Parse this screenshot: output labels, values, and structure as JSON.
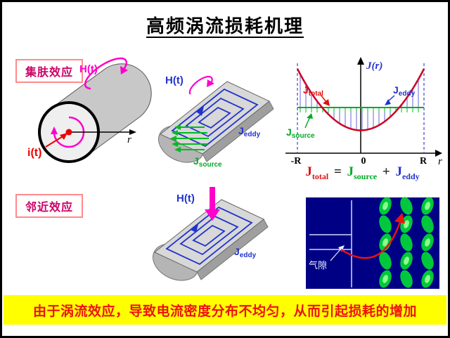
{
  "page": {
    "title": "高频涡流损耗机理",
    "banner": "由于涡流效应，导致电流密度分布不均匀，从而引起损耗的增加"
  },
  "section_labels": {
    "skin": "集肤效应",
    "proximity": "邻近效应"
  },
  "cylinder": {
    "h_field": "H(t)",
    "current": "i(t)",
    "radius_axis": "r"
  },
  "skin_slab": {
    "h_field": "H(t)",
    "j_eddy_base": "J",
    "j_eddy_sub": "eddy",
    "j_source_base": "J",
    "j_source_sub": "source"
  },
  "profile_chart": {
    "y_axis_label": "J(r)",
    "x_axis_label": "r",
    "x_ticks": [
      "-R",
      "0",
      "R"
    ],
    "j_total_base": "J",
    "j_total_sub": "total",
    "j_eddy_base": "J",
    "j_eddy_sub": "eddy",
    "j_source_base": "J",
    "j_source_sub": "source"
  },
  "formula": {
    "lhs_base": "J",
    "lhs_sub": "total",
    "equals": "=",
    "rhs1_base": "J",
    "rhs1_sub": "source",
    "plus": "+",
    "rhs2_base": "J",
    "rhs2_sub": "eddy"
  },
  "proximity_slab": {
    "h_field": "H(t)",
    "j_eddy_base": "J",
    "j_eddy_sub": "eddy"
  },
  "field_plot": {
    "air_gap_label": "气隙"
  },
  "colors": {
    "h_field_magenta": "#ff00cc",
    "eddy_blue": "#2233cc",
    "source_green": "#00aa22",
    "total_red": "#dd1111",
    "banner_bg": "#ffff00",
    "banner_text": "#ee1111",
    "section_label_text": "#cc0066",
    "field_plot_bg": "#000085"
  },
  "chart_data": {
    "type": "line",
    "title": "Current density distribution J(r) across conductor radius",
    "xlabel": "r",
    "ylabel": "J(r)",
    "x_ticks": [
      "-R",
      "0",
      "R"
    ],
    "x_norm": [
      -1,
      -0.8,
      -0.6,
      -0.4,
      -0.2,
      0,
      0.2,
      0.4,
      0.6,
      0.8,
      1
    ],
    "series": [
      {
        "name": "Jtotal",
        "color": "#dd1111",
        "style": "solid cosh-like curve, max at ±R, min at 0",
        "values": [
          1.85,
          1.36,
          0.98,
          0.72,
          0.55,
          0.5,
          0.55,
          0.72,
          0.98,
          1.36,
          1.85
        ]
      },
      {
        "name": "Jsource",
        "color": "#00aa22",
        "style": "constant horizontal line",
        "values": [
          1,
          1,
          1,
          1,
          1,
          1,
          1,
          1,
          1,
          1,
          1
        ]
      },
      {
        "name": "Jeddy",
        "color": "#2233cc",
        "style": "vertical hatch = Jtotal - Jsource",
        "values": [
          0.85,
          0.36,
          -0.02,
          -0.28,
          -0.45,
          -0.5,
          -0.45,
          -0.28,
          -0.02,
          0.36,
          0.85
        ]
      }
    ],
    "annotation": "Jtotal = Jsource + Jeddy",
    "grid": false,
    "legend_position": "inline curve labels"
  }
}
